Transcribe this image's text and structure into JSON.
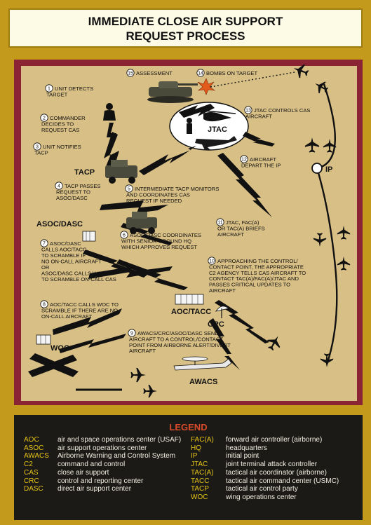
{
  "title": {
    "line1": "IMMEDIATE CLOSE AIR SUPPORT",
    "line2": "REQUEST PROCESS"
  },
  "colors": {
    "gold": "#c49a1c",
    "maroon": "#8a2434",
    "tan": "#d8bf85",
    "legend_bg": "#1c1a16",
    "legend_title": "#d74a2a",
    "abbr": "#e5c417"
  },
  "steps": [
    {
      "num": "1",
      "lines": [
        "UNIT DETECTS",
        "TARGET"
      ]
    },
    {
      "num": "2",
      "lines": [
        "COMMANDER",
        "DECIDES TO",
        "REQUEST CAS"
      ]
    },
    {
      "num": "3",
      "lines": [
        "UNIT NOTIFIES",
        "TACP"
      ]
    },
    {
      "num": "4",
      "lines": [
        "TACP PASSES",
        "REQUEST TO",
        "ASOC/DASC"
      ]
    },
    {
      "num": "5",
      "lines": [
        "INTERMEDIATE TACP MONITORS",
        "AND COORDINATES CAS",
        "REQUEST IF NEEDED"
      ]
    },
    {
      "num": "6",
      "lines": [
        "ASOC/DASC COORDINATES",
        "WITH SENIOR GROUND HQ",
        "WHICH APPROVES REQUEST"
      ]
    },
    {
      "num": "7",
      "lines": [
        "ASOC/DASC",
        "CALLS AOC/TACC",
        "TO SCRAMBLE IF",
        "NO ON-CALL AIRCRAFT",
        "OR",
        "ASOC/DASC CALLS WOC",
        "TO SCRAMBLE ON-CALL CAS"
      ]
    },
    {
      "num": "8",
      "lines": [
        "AOC/TACC CALLS WOC TO",
        "SCRAMBLE IF THERE ARE NO",
        "ON-CALL AIRCRAFT"
      ]
    },
    {
      "num": "9",
      "lines": [
        "AWACS/CRC/ASOC/DASC SENDS",
        "AIRCRAFT TO A CONTROL/CONTACT",
        "POINT FROM AIRBORNE ALERT/DIVERT",
        "AIRCRAFT"
      ]
    },
    {
      "num": "10",
      "lines": [
        "APPROACHING THE CONTROL/",
        "CONTACT POINT, THE APPROPRIATE",
        "C2 AGENCY TELLS CAS AIRCRAFT TO",
        "CONTACT TAC(A)/FAC(A)/JTAC AND",
        "PASSES CRITICAL UPDATES TO",
        "AIRCRAFT"
      ]
    },
    {
      "num": "11",
      "lines": [
        "JTAC, FAC(A)",
        "OR TAC(A) BRIEFS",
        "AIRCRAFT"
      ]
    },
    {
      "num": "12",
      "lines": [
        "AIRCRAFT",
        "DEPART THE IP"
      ]
    },
    {
      "num": "13",
      "lines": [
        "JTAC CONTROLS CAS",
        "AIRCRAFT"
      ]
    },
    {
      "num": "14",
      "lines": [
        "BOMBS ON TARGET"
      ]
    },
    {
      "num": "15",
      "lines": [
        "ASSESSMENT"
      ]
    }
  ],
  "nodes": {
    "tacp": "TACP",
    "asoc": "ASOC/DASC",
    "aoc": "AOC/TACC",
    "crc": "CRC",
    "woc": "WOC",
    "awacs": "AWACS",
    "jtac": "JTAC",
    "ip": "IP"
  },
  "legend": {
    "title": "LEGEND",
    "left": [
      {
        "abbr": "AOC",
        "def": "air and space operations center (USAF)"
      },
      {
        "abbr": "ASOC",
        "def": "air support operations center"
      },
      {
        "abbr": "AWACS",
        "def": "Airborne Warning and Control System"
      },
      {
        "abbr": "C2",
        "def": "command and control"
      },
      {
        "abbr": "CAS",
        "def": "close air support"
      },
      {
        "abbr": "CRC",
        "def": "control and reporting center"
      },
      {
        "abbr": "DASC",
        "def": "direct air support center"
      }
    ],
    "right": [
      {
        "abbr": "FAC(A)",
        "def": "forward air controller (airborne)"
      },
      {
        "abbr": "HQ",
        "def": "headquarters"
      },
      {
        "abbr": "IP",
        "def": "initial point"
      },
      {
        "abbr": "JTAC",
        "def": "joint terminal attack controller"
      },
      {
        "abbr": "TAC(A)",
        "def": "tactical air coordinator (airborne)"
      },
      {
        "abbr": "TACC",
        "def": "tactical air command center (USMC)"
      },
      {
        "abbr": "TACP",
        "def": "tactical air control party"
      },
      {
        "abbr": "WOC",
        "def": "wing operations center"
      }
    ]
  }
}
